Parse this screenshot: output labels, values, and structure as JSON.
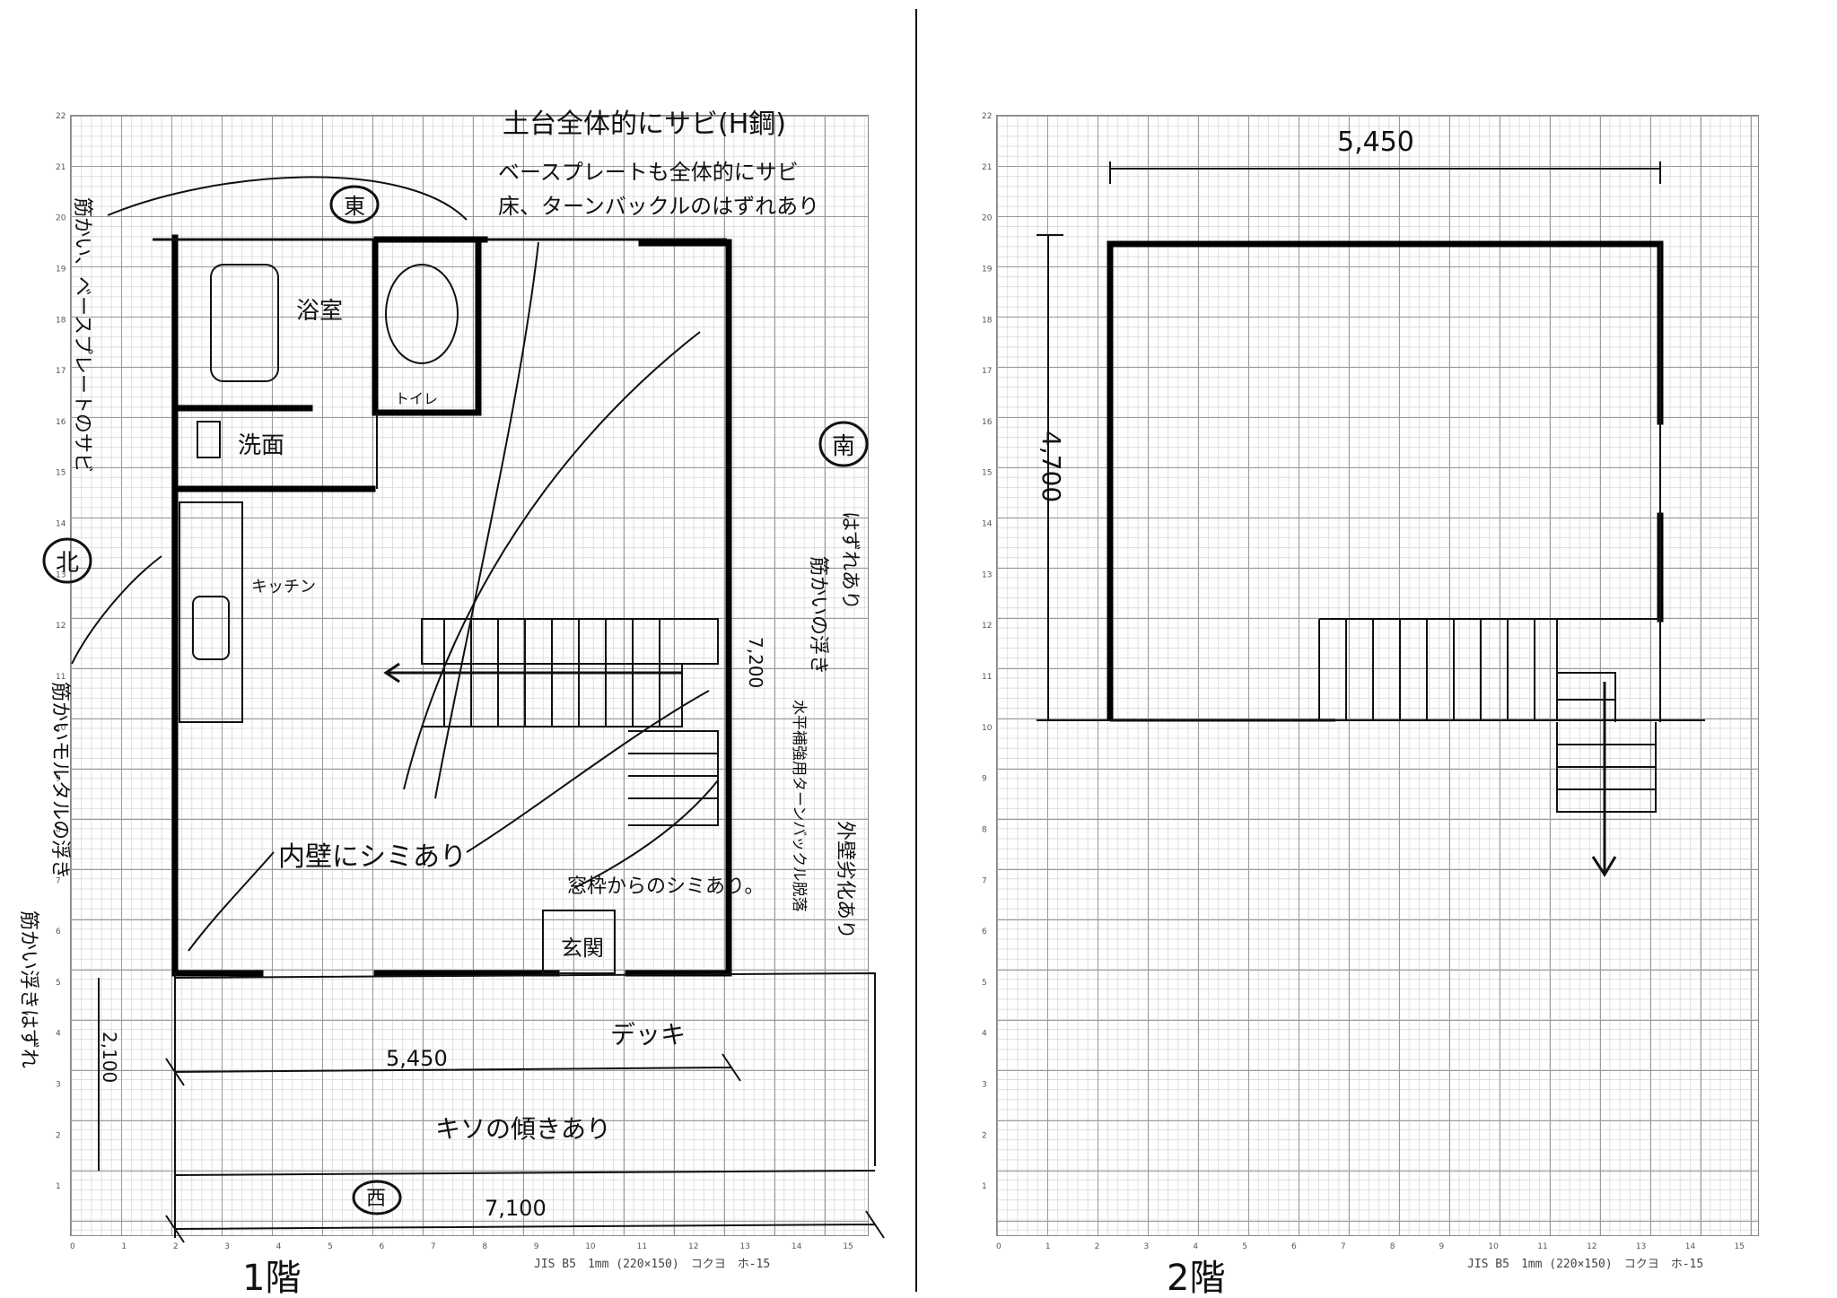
{
  "sheets": {
    "floor1": {
      "label": "1階",
      "dimensions": {
        "top_width": "5,450",
        "bottom_width": "7,100",
        "side_length": "7,200",
        "left_depth": "2,100"
      },
      "rooms": {
        "bath": "浴室",
        "toilet": "トイレ",
        "washroom": "洗面",
        "kitchen": "キッチン",
        "entrance": "玄関"
      },
      "compass": {
        "east": "東",
        "south": "南",
        "north": "北",
        "west": "西"
      },
      "notes": {
        "top1": "土台全体的にサビ(H鋼)",
        "top2": "ベースプレートも全体的にサビ",
        "top3": "床、ターンバックルのはずれあり",
        "top_left": "筋かい、ベースプレートのサビ",
        "inner_wall": "内壁にシミあり",
        "window_frame": "窓枠からのシミあり。",
        "deck": "デッキ",
        "wood_rot": "キソの傾きあり",
        "right1": "筋かいの浮き",
        "right2": "はずれあり",
        "right3": "水平補強用ターンバックル脱落",
        "right4": "外壁劣化あり",
        "left_mid": "筋かいモルタルの浮き",
        "left_bottom": "筋かい浮きはずれ"
      }
    },
    "floor2": {
      "label": "2階",
      "dimensions": {
        "width": "5,450",
        "depth": "4,700"
      }
    }
  },
  "footer": {
    "left": "JIS B5　1mm (220×150)　コクヨ　ホ-15",
    "right": "JIS B5　1mm (220×150)　コクヨ　ホ-15"
  },
  "axis": {
    "x_ticks": [
      "0",
      "1",
      "2",
      "3",
      "4",
      "5",
      "6",
      "7",
      "8",
      "9",
      "10",
      "11",
      "12",
      "13",
      "14",
      "15"
    ],
    "y_ticks": [
      "22",
      "21",
      "20",
      "19",
      "18",
      "17",
      "16",
      "15",
      "14",
      "13",
      "12",
      "11",
      "10",
      "9",
      "8",
      "7",
      "6",
      "5",
      "4",
      "3",
      "2",
      "1"
    ]
  }
}
